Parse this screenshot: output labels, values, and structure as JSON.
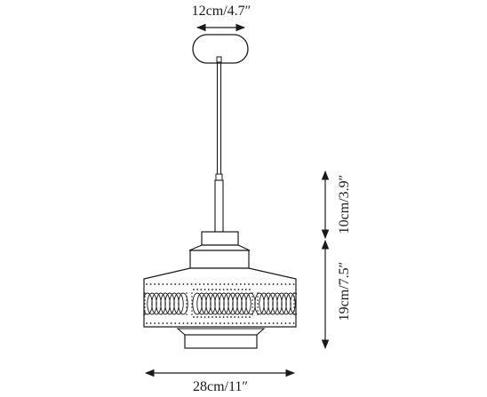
{
  "dimensions": {
    "canopy_width": "12cm/4.7″",
    "shade_width": "28cm/11″",
    "upper_height": "10cm/3.9″",
    "shade_height": "19cm/7.5″"
  },
  "colors": {
    "line": "#1a1a1a",
    "background": "#ffffff"
  }
}
